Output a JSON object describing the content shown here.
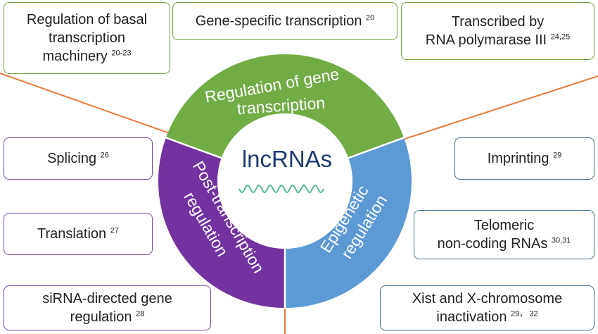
{
  "center": {
    "label": "lncRNAs"
  },
  "segments": {
    "transcription": {
      "line1": "Regulation of gene",
      "line2": "transcription"
    },
    "post": {
      "line1": "Post-transcription",
      "line2": "regulation"
    },
    "epigenetic": {
      "line1": "Epigenetic",
      "line2": "regulation"
    }
  },
  "boxes": {
    "basal": {
      "line1": "Regulation of basal",
      "line2": "transcription",
      "line3": "machinery",
      "ref": "20-23"
    },
    "gene_specific": {
      "line1": "Gene-specific transcription",
      "ref": "20"
    },
    "pol3": {
      "line1": "Transcribed by",
      "line2": "RNA polymarase III",
      "ref": "24,25"
    },
    "splicing": {
      "line1": "Splicing",
      "ref": "26"
    },
    "translation": {
      "line1": "Translation",
      "ref": "27"
    },
    "sirna": {
      "line1": "siRNA-directed gene",
      "line2": "regulation",
      "ref": "28"
    },
    "imprinting": {
      "line1": "Imprinting",
      "ref": "29"
    },
    "telomeric": {
      "line1": "Telomeric",
      "line2": "non-coding RNAs",
      "ref": "30,31"
    },
    "xist": {
      "line1": "Xist and X-chromosome",
      "line2": "inactivation",
      "ref": "29， 32"
    }
  },
  "colors": {
    "transcription": "#72ac45",
    "post": "#7232a0",
    "epigenetic": "#5b9ad5",
    "connector": "#e8793a",
    "center_text": "#1f3a75",
    "wave": "#4fbf8f"
  }
}
